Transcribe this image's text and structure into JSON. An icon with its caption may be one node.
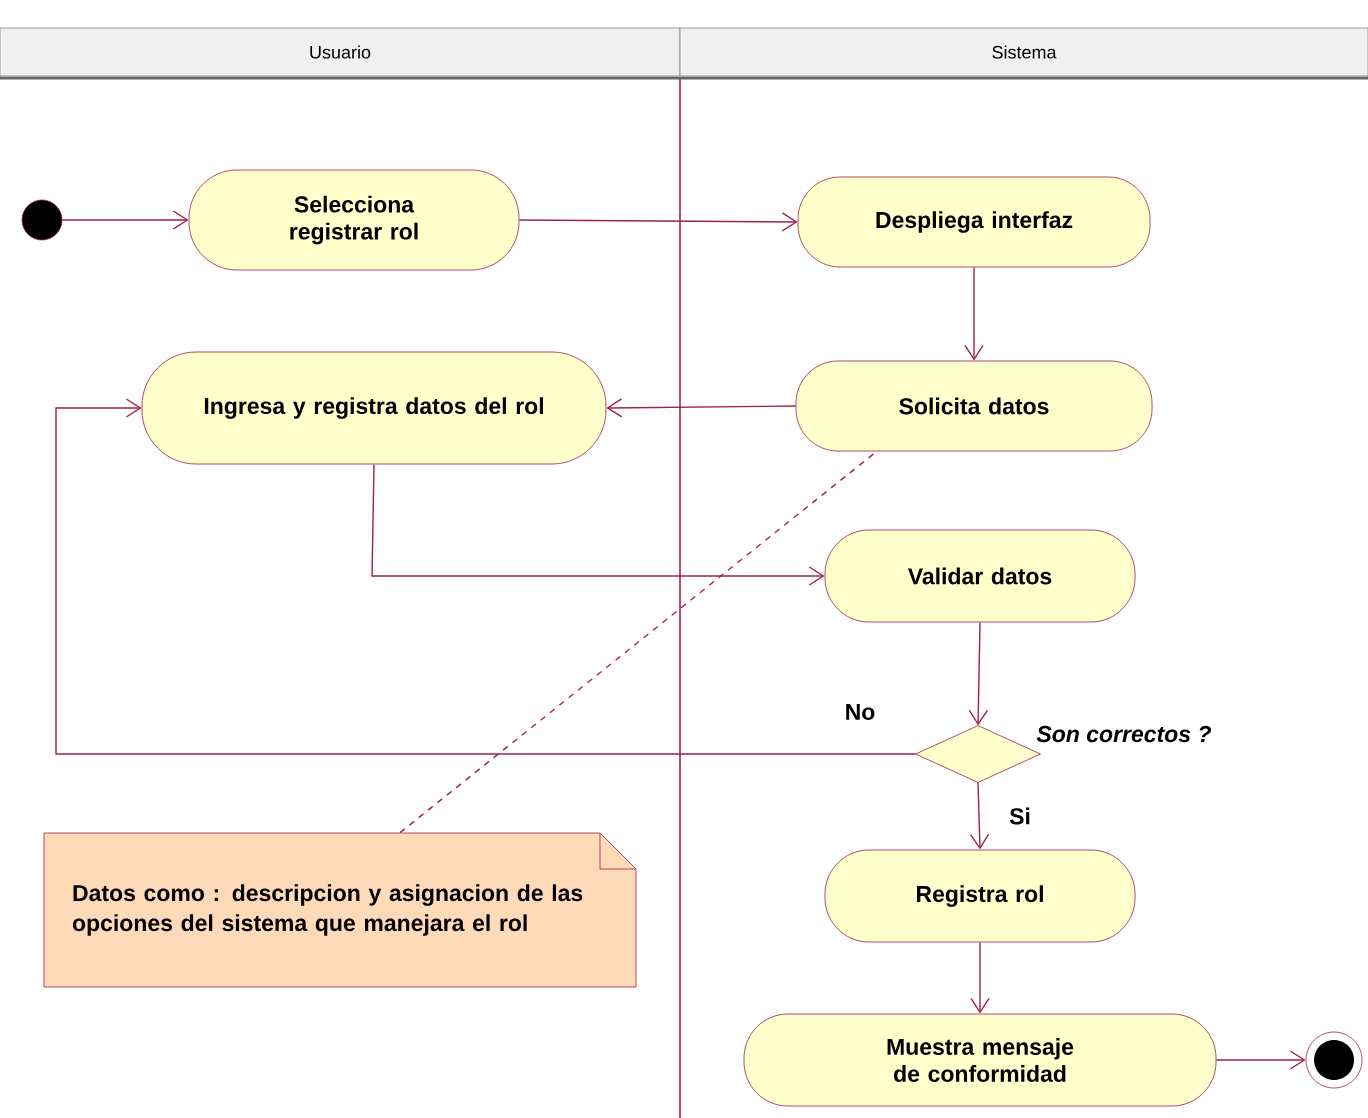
{
  "diagram": {
    "nodes": [
      {
        "text": [
          "Usuario"
        ]
      },
      {
        "text": [
          "Sistema"
        ]
      },
      {
        "text": [],
        "shape": "circle"
      },
      {
        "text": [
          "Selecciona registrar rol"
        ]
      },
      {
        "text": [
          "Despliega interfaz"
        ]
      },
      {
        "text": [
          "Ingresa y registra datos del rol"
        ]
      },
      {
        "text": [
          "Solicita datos"
        ]
      },
      {
        "text": [
          "Validar datos"
        ]
      },
      {
        "text": [],
        "shape": "diamond",
        "beside": [
          "Son correctos ?"
        ]
      },
      {
        "text": [
          "Registra rol"
        ]
      },
      {
        "text": [
          "Muestra mensaje de conformidad"
        ]
      },
      {
        "text": [],
        "shape": "circle"
      },
      {
        "text": [
          "Datos como : descripcion y asignacion de las opciones del sistema que manejara el rol"
        ]
      }
    ],
    "edges": [
      {
        "from": 2,
        "to": 3,
        "arrow": "to"
      },
      {
        "from": 3,
        "to": 4,
        "arrow": "to"
      },
      {
        "from": 4,
        "to": 6,
        "arrow": "to"
      },
      {
        "from": 6,
        "to": 5,
        "arrow": "to"
      },
      {
        "from": 5,
        "to": 7,
        "arrow": "to"
      },
      {
        "from": 7,
        "to": 8,
        "arrow": "to"
      },
      {
        "from": 8,
        "to": 5,
        "arrow": "to",
        "label": "No"
      },
      {
        "from": 8,
        "to": 9,
        "arrow": "to",
        "label": "Si"
      },
      {
        "from": 9,
        "to": 10,
        "arrow": "to"
      },
      {
        "from": 10,
        "to": 11,
        "arrow": "to"
      },
      {
        "from": 12,
        "to": 6,
        "arrow": "none",
        "style": "dashed"
      }
    ]
  }
}
